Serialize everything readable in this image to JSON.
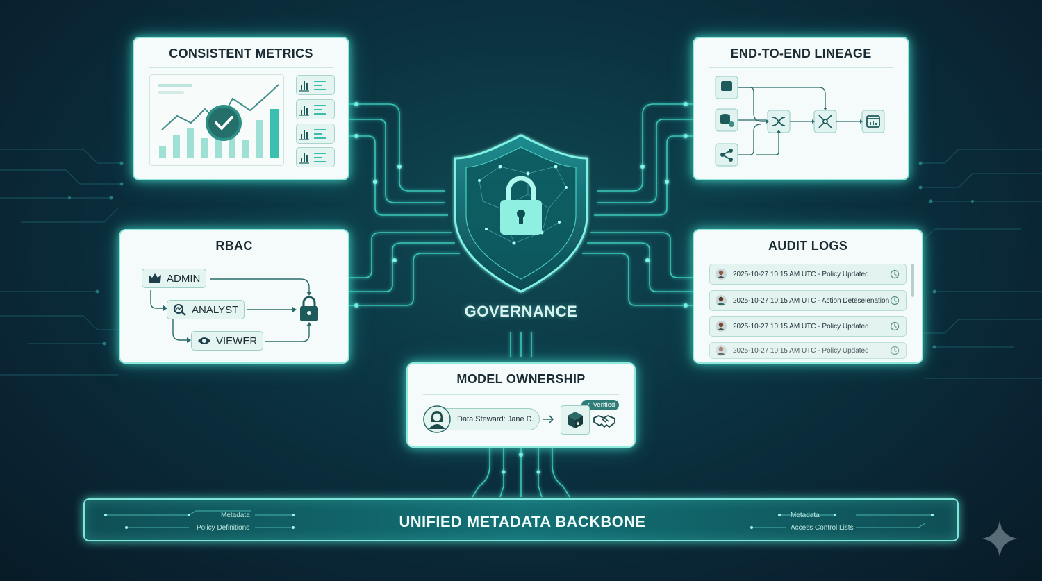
{
  "center": {
    "label": "GOVERNANCE"
  },
  "cards": {
    "metrics": {
      "title": "CONSISTENT METRICS"
    },
    "lineage": {
      "title": "END-TO-END LINEAGE"
    },
    "rbac": {
      "title": "RBAC",
      "roles": [
        "ADMIN",
        "ANALYST",
        "VIEWER"
      ]
    },
    "audit": {
      "title": "AUDIT LOGS",
      "entries": [
        "2025-10-27 10:15 AM UTC - Policy Updated",
        "2025-10-27 10:15 AM UTC - Action Deteselenation",
        "2025-10-27 10:15 AM UTC - Policy Updated",
        "2025-10-27 10:15 AM UTC - Policy Updated"
      ]
    },
    "ownership": {
      "title": "MODEL OWNERSHIP",
      "steward": "Data Steward: Jane D.",
      "verified": "Verified"
    }
  },
  "backbone": {
    "title": "UNIFIED METADATA BACKBONE",
    "left_tags": [
      "Metadata",
      "Policy Definitions"
    ],
    "right_tags": [
      "Metadata",
      "Access Control Lists"
    ]
  },
  "colors": {
    "accent": "#3fd6c4",
    "card_border": "#8fe8dc",
    "backdrop": "#0b2f3b",
    "card_bg": "#f4fbfa"
  },
  "icons": [
    "shield-lock-icon",
    "check-icon",
    "database-icon",
    "shuffle-icon",
    "network-icon",
    "dashboard-icon",
    "crown-icon",
    "analyst-icon",
    "eye-icon",
    "lock-icon",
    "user-avatar-icon",
    "clock-icon",
    "cube-icon",
    "handshake-icon",
    "sparkle-icon"
  ]
}
